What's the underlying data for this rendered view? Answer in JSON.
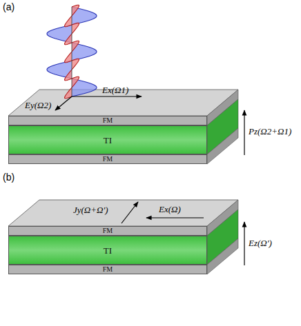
{
  "diagram": {
    "nodes": [
      {
        "text": [
          "FM"
        ]
      },
      {
        "text": [
          "TI"
        ]
      },
      {
        "text": [
          "FM"
        ]
      },
      {
        "text": [
          "FM"
        ]
      },
      {
        "text": [
          "TI"
        ]
      },
      {
        "text": [
          "FM"
        ]
      }
    ],
    "labels": [
      "(a)",
      "Ex(Ω1)",
      "Ey(Ω2)",
      "Pz(Ω2+Ω1)",
      "(b)",
      "Jy(Ω+Ω′)",
      "Ex(Ω)",
      "Ez(Ω′)"
    ]
  }
}
